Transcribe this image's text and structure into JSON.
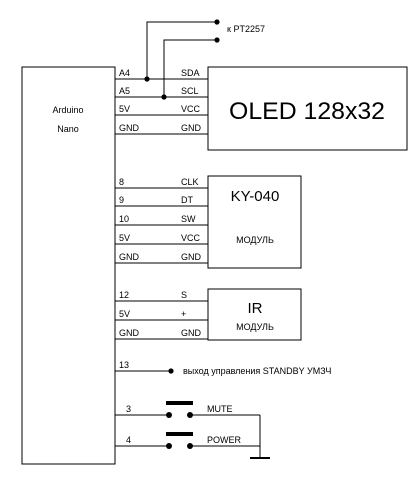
{
  "arduino": {
    "line1": "Arduino",
    "line2": "Nano"
  },
  "oled": {
    "label": "OLED 128x32",
    "pins": [
      {
        "mcu": "A4",
        "mod": "SDA"
      },
      {
        "mcu": "A5",
        "mod": "SCL"
      },
      {
        "mcu": "5V",
        "mod": "VCC"
      },
      {
        "mcu": "GND",
        "mod": "GND"
      }
    ]
  },
  "rt2257_label": "к PT2257",
  "encoder": {
    "title": "KY-040",
    "subtitle": "МОДУЛЬ",
    "pins": [
      {
        "mcu": "8",
        "mod": "CLK"
      },
      {
        "mcu": "9",
        "mod": "DT"
      },
      {
        "mcu": "10",
        "mod": "SW"
      },
      {
        "mcu": "5V",
        "mod": "VCC"
      },
      {
        "mcu": "GND",
        "mod": "GND"
      }
    ]
  },
  "ir": {
    "title": "IR",
    "subtitle": "МОДУЛЬ",
    "pins": [
      {
        "mcu": "12",
        "mod": "S"
      },
      {
        "mcu": "5V",
        "mod": "+"
      },
      {
        "mcu": "GND",
        "mod": "GND"
      }
    ]
  },
  "standby": {
    "pin": "13",
    "label": "выход управления STANDBY УМЗЧ"
  },
  "buttons": [
    {
      "pin": "3",
      "label": "MUTE"
    },
    {
      "pin": "4",
      "label": "POWER"
    }
  ]
}
